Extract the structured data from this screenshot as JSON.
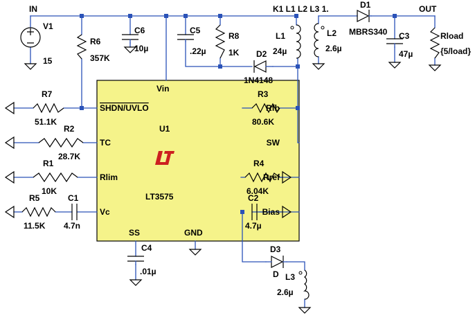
{
  "net_labels": {
    "in": "IN",
    "out": "OUT",
    "coupling": "K1 L1 L2 L3 1."
  },
  "ic": {
    "ref": "U1",
    "part": "LT3575",
    "pins": {
      "vin": "Vin",
      "shdn": "SHDN/UVLO",
      "tc": "TC",
      "rlim": "Rlim",
      "vc": "Vc",
      "rfb": "Rfb",
      "sw": "SW",
      "rref": "Rref",
      "bias": "Bias",
      "ss": "SS",
      "gnd": "GND"
    }
  },
  "components": {
    "V1": {
      "ref": "V1",
      "value": "15"
    },
    "R6": {
      "ref": "R6",
      "value": "357K"
    },
    "C6": {
      "ref": "C6",
      "value": "10µ"
    },
    "C5": {
      "ref": "C5",
      "value": ".22µ"
    },
    "R8": {
      "ref": "R8",
      "value": "1K"
    },
    "D2": {
      "ref": "D2",
      "value": "1N4148"
    },
    "L1": {
      "ref": "L1",
      "value": "24µ"
    },
    "L2": {
      "ref": "L2",
      "value": "2.6µ"
    },
    "D1": {
      "ref": "D1",
      "value": "MBRS340"
    },
    "C3": {
      "ref": "C3",
      "value": "47µ"
    },
    "Rload": {
      "ref": "Rload",
      "value": "{5/load}"
    },
    "R7": {
      "ref": "R7",
      "value": "51.1K"
    },
    "R2": {
      "ref": "R2",
      "value": "28.7K"
    },
    "R1": {
      "ref": "R1",
      "value": "10K"
    },
    "R5": {
      "ref": "R5",
      "value": "11.5K"
    },
    "C1": {
      "ref": "C1",
      "value": "4.7n"
    },
    "R3": {
      "ref": "R3",
      "value": "80.6K"
    },
    "R4": {
      "ref": "R4",
      "value": "6.04K"
    },
    "C2": {
      "ref": "C2",
      "value": "4.7µ"
    },
    "C4": {
      "ref": "C4",
      "value": ".01µ"
    },
    "D3": {
      "ref": "D3",
      "value": "D"
    },
    "L3": {
      "ref": "L3",
      "value": "2.6µ"
    }
  }
}
